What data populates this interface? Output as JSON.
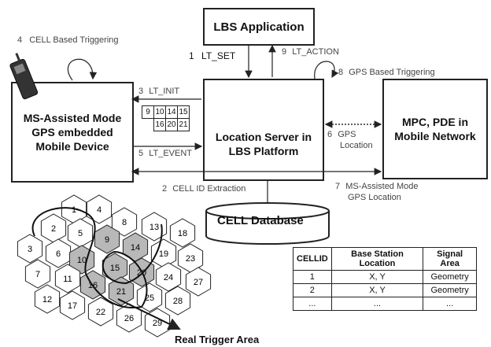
{
  "boxes": {
    "lbs_app": "LBS Application",
    "ms_line1": "MS-Assisted Mode",
    "ms_line2": "GPS embedded",
    "ms_line3": "Mobile Device",
    "ls_line1": "Location Server in",
    "ls_line2": "LBS Platform",
    "mpc_line1": "MPC, PDE in",
    "mpc_line2": "Mobile Network",
    "db": "CELL Database"
  },
  "labels": {
    "cell_trigger_num": "4",
    "cell_trigger": "CELL Based Triggering",
    "lt_set_num": "1",
    "lt_set": "LT_SET",
    "lt_action_num": "9",
    "lt_action": "LT_ACTION",
    "gps_trigger_num": "8",
    "gps_trigger": "GPS Based Triggering",
    "lt_init_num": "3",
    "lt_init": "LT_INIT",
    "lt_event_num": "5",
    "lt_event": "LT_EVENT",
    "gps_loc_num": "6",
    "gps_loc_1": "GPS",
    "gps_loc_2": "Location",
    "cellid_ext_num": "2",
    "cellid_ext": "CELL ID Extraction",
    "ms_gps_num": "7",
    "ms_gps_1": "MS-Assisted Mode",
    "ms_gps_2": "GPS Location",
    "real_trigger": "Real Trigger Area"
  },
  "init_grid": [
    [
      "9",
      "10",
      "14",
      "15"
    ],
    [
      "",
      "16",
      "20",
      "21"
    ]
  ],
  "hex_cells": [
    "1",
    "2",
    "3",
    "4",
    "5",
    "6",
    "7",
    "8",
    "9",
    "10",
    "11",
    "12",
    "13",
    "14",
    "15",
    "16",
    "17",
    "18",
    "19",
    "20",
    "21",
    "22",
    "23",
    "24",
    "25",
    "26",
    "27",
    "28",
    "29"
  ],
  "table": {
    "headers": [
      "CELLID",
      "Base Station Location",
      "Signal Area"
    ],
    "rows": [
      [
        "1",
        "X, Y",
        "Geometry"
      ],
      [
        "2",
        "X, Y",
        "Geometry"
      ],
      [
        "...",
        "...",
        "..."
      ]
    ]
  }
}
